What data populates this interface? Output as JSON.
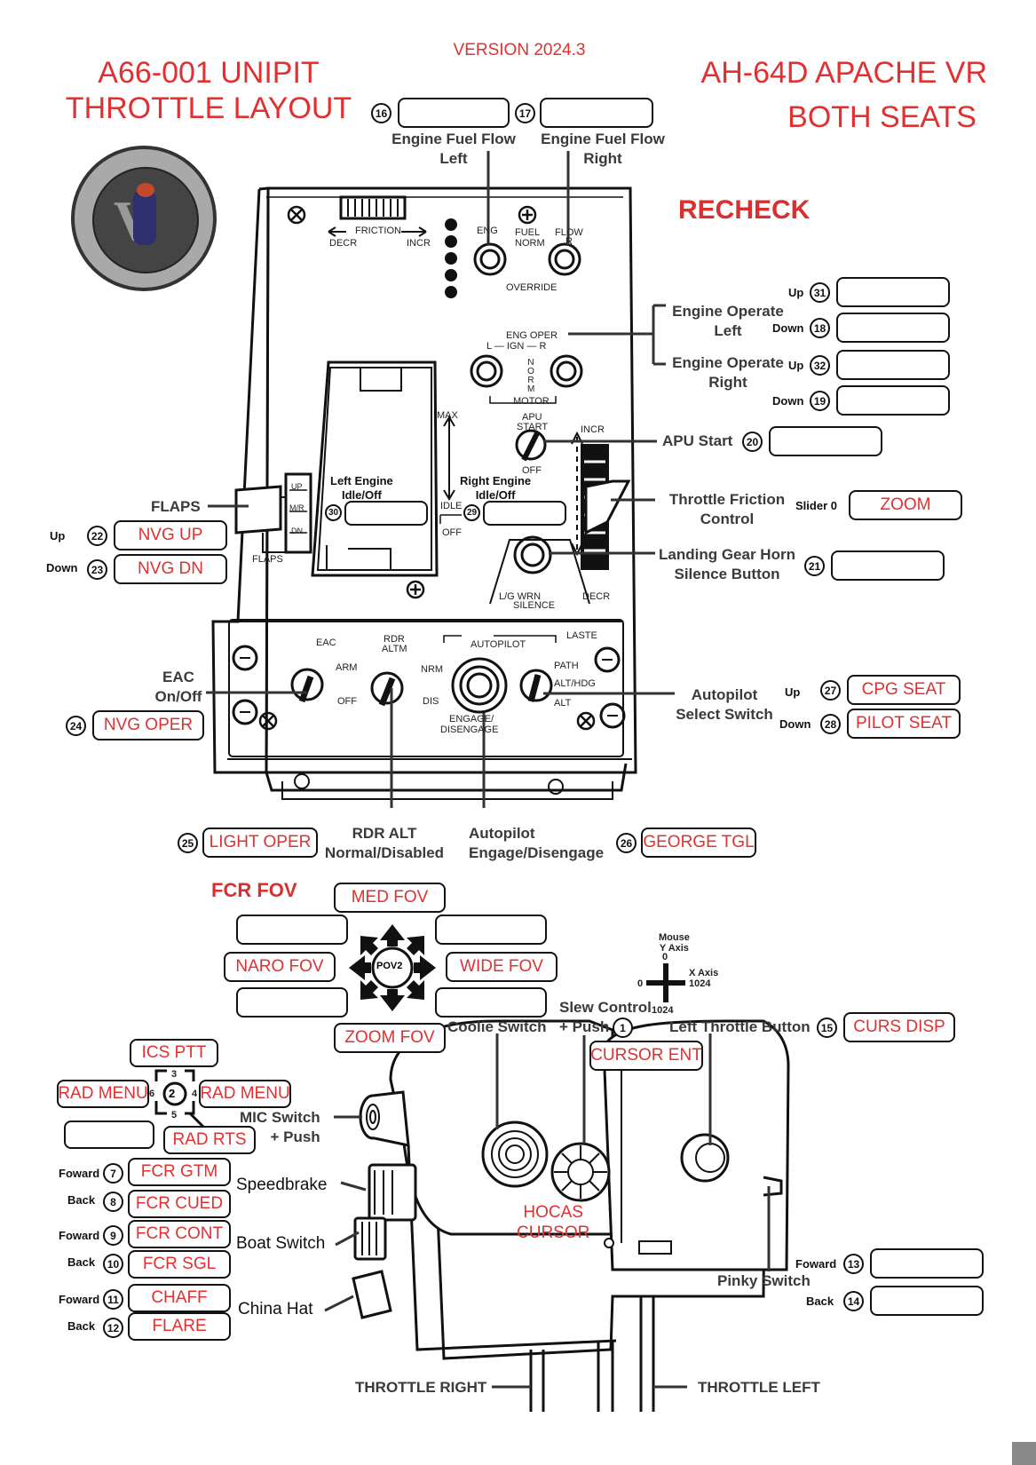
{
  "header": {
    "version": "VERSION 2024.3",
    "left_title_1": "A66-001 UNIPIT",
    "left_title_2": "THROTTLE LAYOUT",
    "right_title_1": "AH-64D APACHE VR",
    "right_title_2": "BOTH SEATS",
    "recheck": "RECHECK"
  },
  "colors": {
    "accent": "#e03030",
    "ink": "#111111",
    "label_grey": "#3a3a3a"
  },
  "panel_text": {
    "friction": "FRICTION",
    "decr": "DECR",
    "incr": "INCR",
    "eng": "ENG",
    "fuel_norm_1": "FUEL",
    "fuel_norm_2": "NORM",
    "flow": "FLOW",
    "flow_r": "R",
    "eng_l": "L",
    "override": "OVERRIDE",
    "eng_oper": "ENG OPER",
    "ign": "L — IGN — R",
    "norm": "N O R M",
    "motor": "MOTOR",
    "max": "MAX",
    "idle": "IDLE",
    "off": "OFF",
    "apu_start_1": "APU",
    "apu_start_2": "START",
    "apu_off": "OFF",
    "incr2": "INCR",
    "decr2": "DECR",
    "flaps_up": "UP",
    "flaps_mr": "M/R",
    "flaps_dn": "DN",
    "flaps": "FLAPS",
    "lg_silence_1": "L/G      WRN",
    "lg_silence_2": "SILENCE",
    "eac": "EAC",
    "arm": "ARM",
    "eac_off": "OFF",
    "rdr_altm_1": "RDR",
    "rdr_altm_2": "ALTM",
    "nrm": "NRM",
    "dis": "DIS",
    "autopilot": "AUTOPILOT",
    "laste": "LASTE",
    "path": "PATH",
    "alt_hdg": "ALT/HDG",
    "alt": "ALT",
    "engage_1": "ENGAGE/",
    "engage_2": "DISENGAGE"
  },
  "labels": {
    "engine_fuel_flow_left": "Engine Fuel Flow\nLeft",
    "engine_fuel_flow_right": "Engine Fuel Flow\nRight",
    "engine_operate_left": "Engine Operate\nLeft",
    "engine_operate_right": "Engine Operate\nRight",
    "apu_start": "APU Start",
    "throttle_friction": "Throttle Friction\nControl",
    "landing_gear_horn": "Landing Gear Horn\nSilence Button",
    "flaps": "FLAPS",
    "left_engine_idle": "Left Engine\nIdle/Off",
    "right_engine_idle": "Right Engine\nIdle/Off",
    "eac_on_off": "EAC\nOn/Off",
    "autopilot_select": "Autopilot\nSelect Switch",
    "rdr_alt": "RDR ALT\nNormal/Disabled",
    "autopilot_engage": "Autopilot\nEngage/Disengage",
    "fcr_fov": "FCR FOV",
    "coolie_switch": "Coolie Switch",
    "slew_control": "Slew Control\n+ Push",
    "left_throttle_button": "Left Throttle Button",
    "mic_switch": "MIC Switch\n+ Push",
    "speedbrake": "Speedbrake",
    "boat_switch": "Boat Switch",
    "china_hat": "China Hat",
    "hocas_cursor": "HOCAS\nCURSOR",
    "pinky_switch": "Pinky Switch",
    "throttle_right": "THROTTLE RIGHT",
    "throttle_left": "THROTTLE LEFT",
    "pov2": "POV2",
    "slider0": "Slider 0",
    "mouse_y": "Mouse\nY Axis",
    "mouse_x": "X Axis",
    "axis_0a": "0",
    "axis_0b": "0",
    "axis_1024a": "1024",
    "axis_1024b": "1024",
    "hat_3": "3",
    "hat_4": "4",
    "hat_5": "5",
    "hat_6": "6"
  },
  "dir": {
    "up": "Up",
    "down": "Down",
    "foward": "Foward",
    "back": "Back"
  },
  "buttons": {
    "b1": {
      "num": "1",
      "value": "CURSOR ENT"
    },
    "b2": {
      "num": "2"
    },
    "b7": {
      "num": "7",
      "value": "FCR GTM"
    },
    "b8": {
      "num": "8",
      "value": "FCR CUED"
    },
    "b9": {
      "num": "9",
      "value": "FCR CONT"
    },
    "b10": {
      "num": "10",
      "value": "FCR SGL"
    },
    "b11": {
      "num": "11",
      "value": "CHAFF"
    },
    "b12": {
      "num": "12",
      "value": "FLARE"
    },
    "b13": {
      "num": "13",
      "value": ""
    },
    "b14": {
      "num": "14",
      "value": ""
    },
    "b15": {
      "num": "15",
      "value": "CURS DISP"
    },
    "b16": {
      "num": "16",
      "value": ""
    },
    "b17": {
      "num": "17",
      "value": ""
    },
    "b18": {
      "num": "18",
      "value": ""
    },
    "b19": {
      "num": "19",
      "value": ""
    },
    "b20": {
      "num": "20",
      "value": ""
    },
    "b21": {
      "num": "21",
      "value": ""
    },
    "b22": {
      "num": "22",
      "value": "NVG UP"
    },
    "b23": {
      "num": "23",
      "value": "NVG DN"
    },
    "b24": {
      "num": "24",
      "value": "NVG OPER"
    },
    "b25": {
      "num": "25",
      "value": "LIGHT OPER"
    },
    "b26": {
      "num": "26",
      "value": "GEORGE TGL"
    },
    "b27": {
      "num": "27",
      "value": "CPG SEAT"
    },
    "b28": {
      "num": "28",
      "value": "PILOT SEAT"
    },
    "b29": {
      "num": "29",
      "value": ""
    },
    "b30": {
      "num": "30",
      "value": ""
    },
    "b31": {
      "num": "31",
      "value": ""
    },
    "b32": {
      "num": "32",
      "value": ""
    },
    "slider0": {
      "value": "ZOOM"
    }
  },
  "pov": {
    "up": "MED FOV",
    "upleft": "",
    "upright": "",
    "left": "NARO FOV",
    "right": "WIDE FOV",
    "downleft": "",
    "downright": "",
    "down": "ZOOM FOV"
  },
  "hat2": {
    "up": "ICS PTT",
    "left": "RAD MENU",
    "right": "RAD MENU",
    "downleft": "",
    "down": "RAD RTS"
  }
}
